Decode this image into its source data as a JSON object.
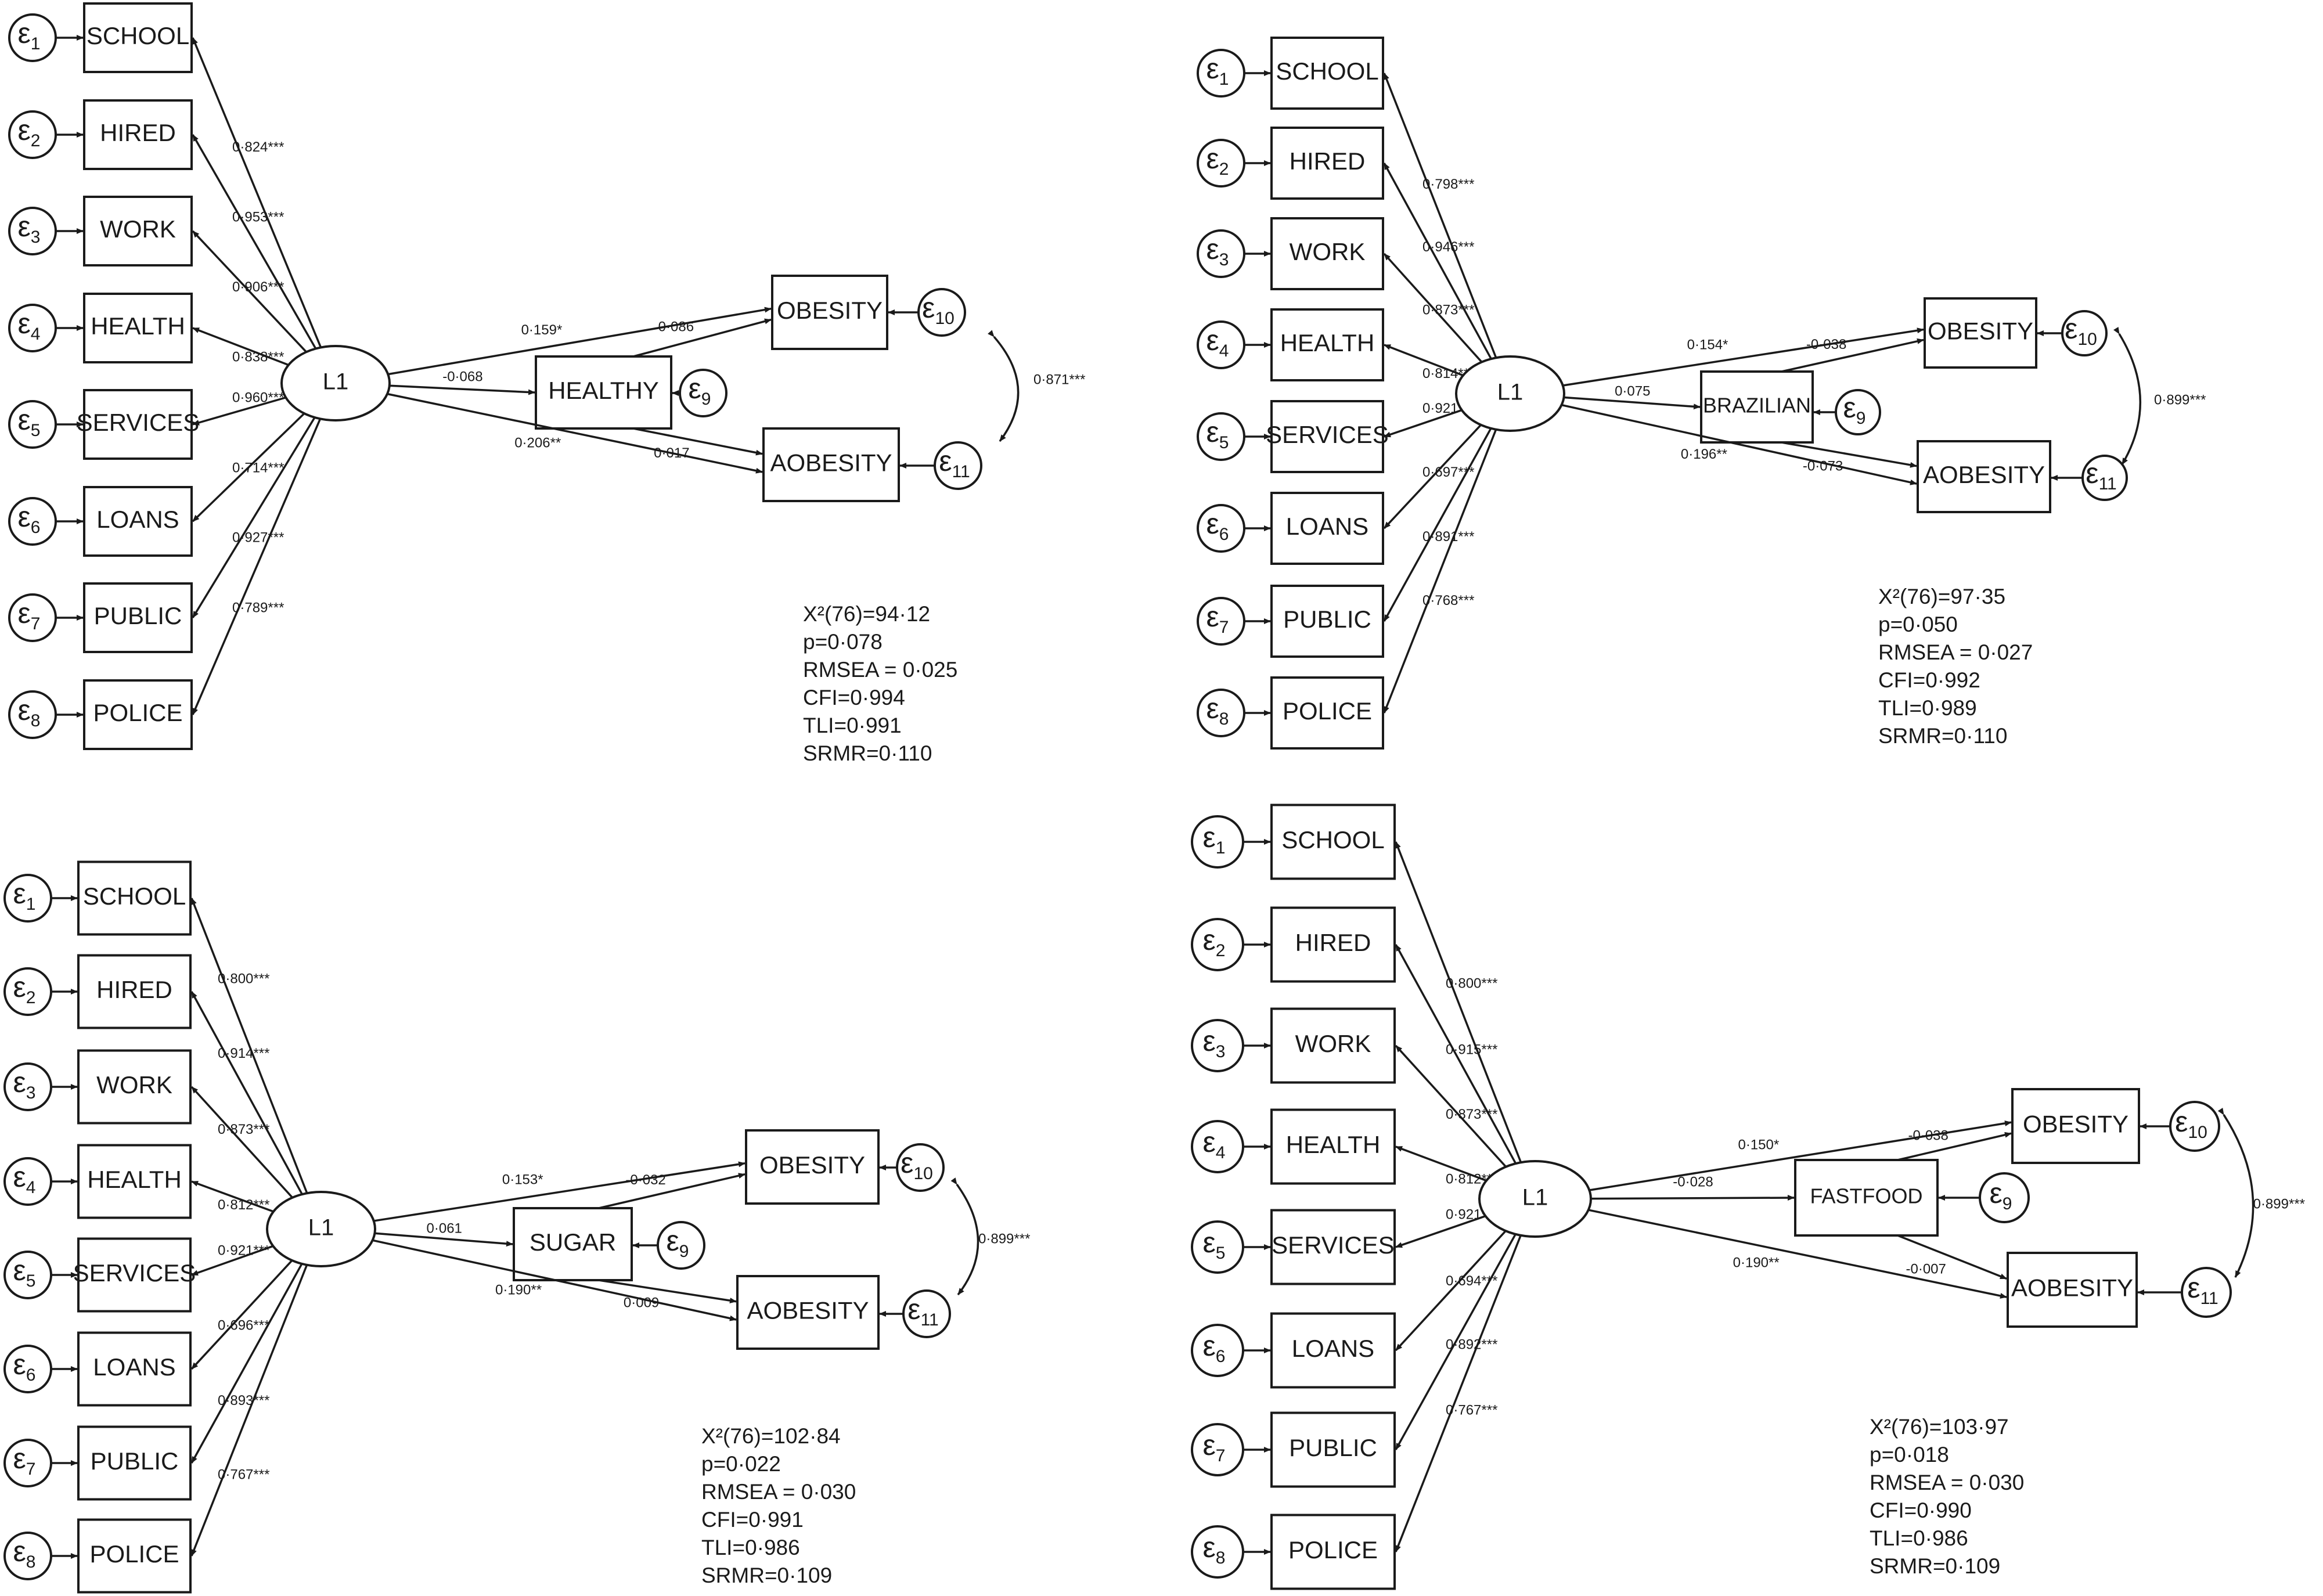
{
  "epsilon_symbol": "ε",
  "panels": [
    {
      "id": "healthy",
      "latent": "L1",
      "indicators": [
        "SCHOOL",
        "HIRED",
        "WORK",
        "HEALTH",
        "SERVICES",
        "LOANS",
        "PUBLIC",
        "POLICE"
      ],
      "loadings": [
        "0·824***",
        "0·953***",
        "0·906***",
        "0·838***",
        "0·960***",
        "0·714***",
        "0·927***",
        "0·789***"
      ],
      "mediator": "HEALTHY",
      "outcomes": [
        "OBESITY",
        "AOBESITY"
      ],
      "paths": {
        "l1_obesity": "0·159*",
        "l1_mediator": "-0·068",
        "mediator_obesity": "0·086",
        "mediator_aobesity": "0·017",
        "l1_aobesity": "0·206**"
      },
      "covariance": "0·871***",
      "stats": [
        "X²(76)=94·12",
        "p=0·078",
        "RMSEA = 0·025",
        "CFI=0·994",
        "TLI=0·991",
        "SRMR=0·110"
      ]
    },
    {
      "id": "brazilian",
      "latent": "L1",
      "indicators": [
        "SCHOOL",
        "HIRED",
        "WORK",
        "HEALTH",
        "SERVICES",
        "LOANS",
        "PUBLIC",
        "POLICE"
      ],
      "loadings": [
        "0·798***",
        "0·946***",
        "0·873***",
        "0·814***",
        "0·921***",
        "0·697***",
        "0·891***",
        "0·768***"
      ],
      "mediator": "BRAZILIAN",
      "outcomes": [
        "OBESITY",
        "AOBESITY"
      ],
      "paths": {
        "l1_obesity": "0·154*",
        "l1_mediator": "0·075",
        "mediator_obesity": "-0·038",
        "mediator_aobesity": "-0·073",
        "l1_aobesity": "0·196**"
      },
      "covariance": "0·899***",
      "stats": [
        "X²(76)=97·35",
        "p=0·050",
        "RMSEA = 0·027",
        "CFI=0·992",
        "TLI=0·989",
        "SRMR=0·110"
      ]
    },
    {
      "id": "sugar",
      "latent": "L1",
      "indicators": [
        "SCHOOL",
        "HIRED",
        "WORK",
        "HEALTH",
        "SERVICES",
        "LOANS",
        "PUBLIC",
        "POLICE"
      ],
      "loadings": [
        "0·800***",
        "0·914***",
        "0·873***",
        "0·812***",
        "0·921***",
        "0·696***",
        "0·893***",
        "0·767***"
      ],
      "mediator": "SUGAR",
      "outcomes": [
        "OBESITY",
        "AOBESITY"
      ],
      "paths": {
        "l1_obesity": "0·153*",
        "l1_mediator": "0·061",
        "mediator_obesity": "-0·032",
        "mediator_aobesity": "0·009",
        "l1_aobesity": "0·190**"
      },
      "covariance": "0·899***",
      "stats": [
        "X²(76)=102·84",
        "p=0·022",
        "RMSEA = 0·030",
        "CFI=0·991",
        "TLI=0·986",
        "SRMR=0·109"
      ]
    },
    {
      "id": "fastfood",
      "latent": "L1",
      "indicators": [
        "SCHOOL",
        "HIRED",
        "WORK",
        "HEALTH",
        "SERVICES",
        "LOANS",
        "PUBLIC",
        "POLICE"
      ],
      "loadings": [
        "0·800***",
        "0·915***",
        "0·873***",
        "0·812***",
        "0·921***",
        "0·694***",
        "0·892***",
        "0·767***"
      ],
      "mediator": "FASTFOOD",
      "outcomes": [
        "OBESITY",
        "AOBESITY"
      ],
      "paths": {
        "l1_obesity": "0·150*",
        "l1_mediator": "-0·028",
        "mediator_obesity": "-0·038",
        "mediator_aobesity": "-0·007",
        "l1_aobesity": "0·190**"
      },
      "covariance": "0·899***",
      "stats": [
        "X²(76)=103·97",
        "p=0·018",
        "RMSEA = 0·030",
        "CFI=0·990",
        "TLI=0·986",
        "SRMR=0·109"
      ]
    }
  ]
}
